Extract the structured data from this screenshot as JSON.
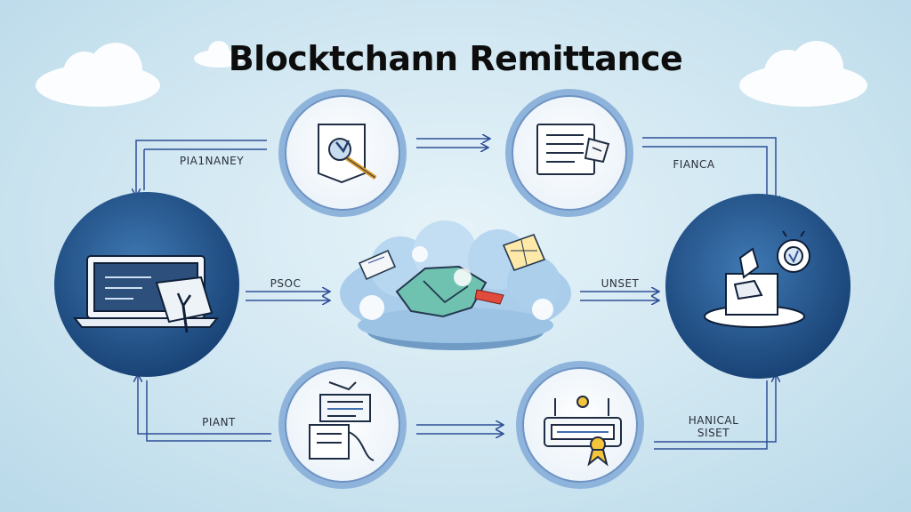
{
  "title": "Blocktchann Remittance",
  "labels": {
    "top_left": "PIA1NANEY",
    "top_right": "FIANCA",
    "mid_left": "PSOC",
    "mid_right": "UNSET",
    "bottom_left": "PIANT",
    "bottom_right_line1": "HANICAL",
    "bottom_right_line2": "SISET"
  },
  "colors": {
    "arrow": "#2f4f96",
    "dark_node": "#1f4f88",
    "light_node_ring": "#8fb4dc",
    "cloud": "#ffffff"
  },
  "icons": {
    "top_left": "search-document-icon",
    "top_right": "document-tag-icon",
    "left": "laptop-wallet-icon",
    "right": "bank-building-icon",
    "bottom_left": "ledger-papers-icon",
    "bottom_right": "card-reader-icon",
    "center": "blockchain-cloud-icon"
  }
}
